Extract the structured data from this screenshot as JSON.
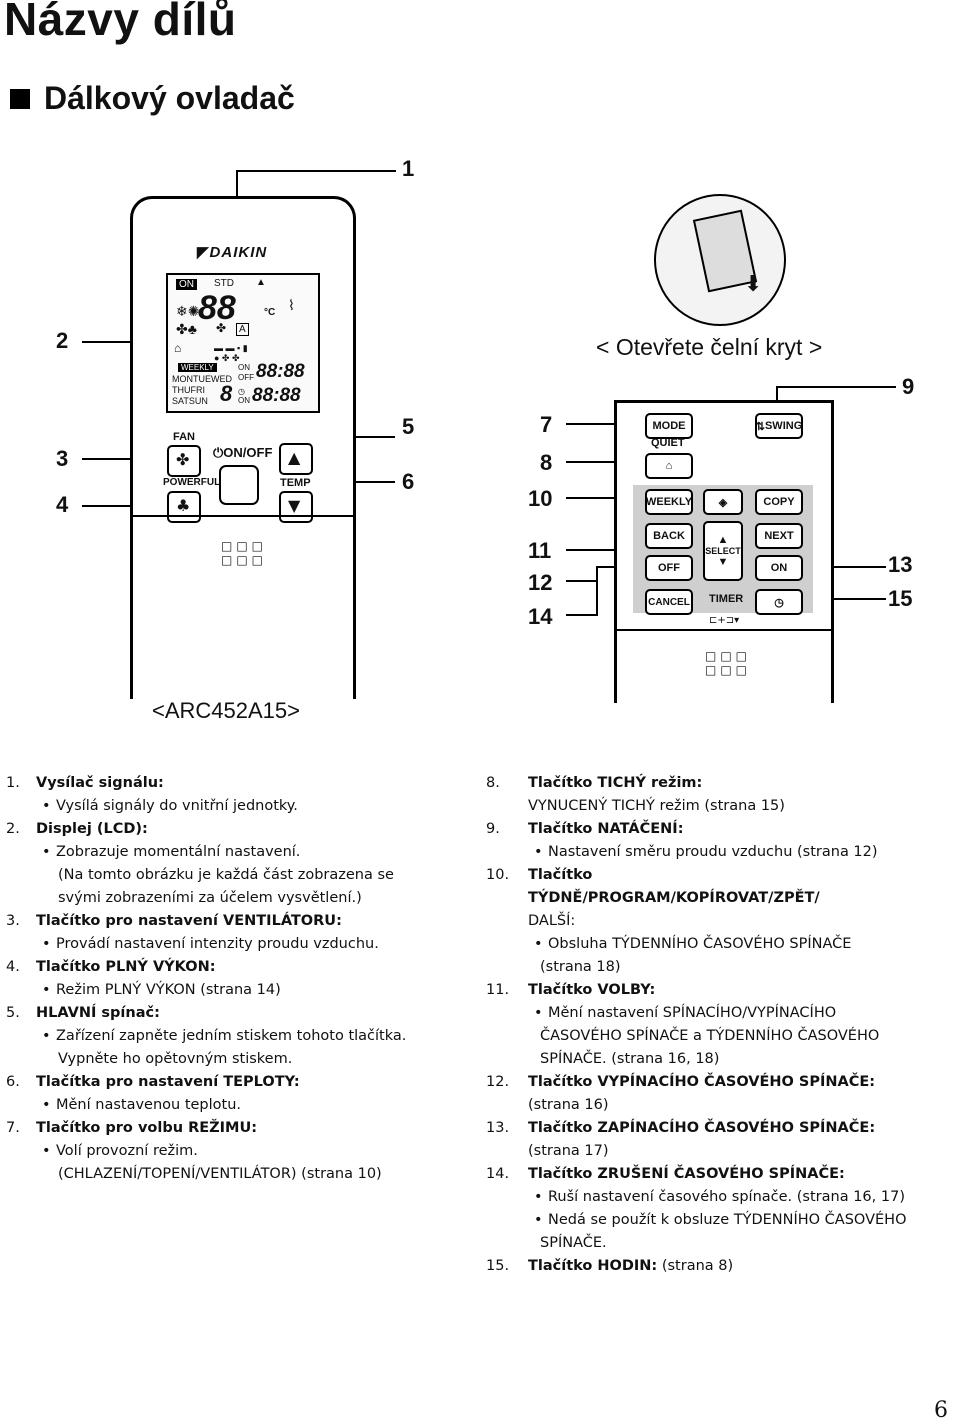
{
  "title": "Názvy dílů",
  "subtitle": "Dálkový ovladač",
  "remote": {
    "brand": "DAIKIN",
    "model": "<ARC452A15>",
    "lcd": {
      "on": "ON",
      "std": "STD",
      "digits": "88",
      "unit": "°C",
      "auto": "A",
      "weekly": "WEEKLY",
      "days1": "MONTUEWED",
      "days2": "THUFRI",
      "days3": "SATSUN",
      "day_digit": "8",
      "timer_on": "ON",
      "timer_off": "OFF",
      "time1": "88:88",
      "time2": "88:88",
      "timer_on2": "ON"
    },
    "buttons": {
      "fan": "FAN",
      "onoff": "ON/OFF",
      "powerful": "POWERFUL",
      "temp": "TEMP"
    }
  },
  "cover": {
    "title": "< Otevřete čelní kryt >",
    "buttons": {
      "mode": "MODE",
      "swing": "SWING",
      "quiet": "QUIET",
      "weekly": "WEEKLY",
      "copy": "COPY",
      "back": "BACK",
      "next": "NEXT",
      "select": "SELECT",
      "off": "OFF",
      "on": "ON",
      "cancel": "CANCEL",
      "timer": "TIMER"
    }
  },
  "callouts": [
    "1",
    "2",
    "3",
    "4",
    "5",
    "6",
    "7",
    "8",
    "9",
    "10",
    "11",
    "12",
    "13",
    "14",
    "15"
  ],
  "left_list": [
    {
      "num": "1.",
      "head": "Vysílač signálu:",
      "bullets": [
        "Vysílá signály do vnitřní jednotky."
      ]
    },
    {
      "num": "2.",
      "head": "Displej (LCD):",
      "bullets": [
        "Zobrazuje momentální nastavení."
      ],
      "cont": [
        "(Na tomto obrázku je každá část zobrazena se",
        "svými zobrazeními za účelem vysvětlení.)"
      ]
    },
    {
      "num": "3.",
      "head": "Tlačítko pro nastavení VENTILÁTORU:",
      "bullets": [
        "Provádí nastavení intenzity proudu vzduchu."
      ]
    },
    {
      "num": "4.",
      "head": "Tlačítko PLNÝ VÝKON:",
      "bullets": [
        "Režim PLNÝ VÝKON (strana 14)"
      ]
    },
    {
      "num": "5.",
      "head": "HLAVNÍ spínač:",
      "bullets": [
        "Zařízení zapněte jedním stiskem tohoto tlačítka."
      ],
      "cont": [
        "Vypněte ho opětovným stiskem."
      ]
    },
    {
      "num": "6.",
      "head": "Tlačítka pro nastavení TEPLOTY:",
      "bullets": [
        "Mění nastavenou teplotu."
      ]
    },
    {
      "num": "7.",
      "head": "Tlačítko pro volbu REŽIMU:",
      "bullets": [
        "Volí provozní režim."
      ],
      "cont": [
        "(CHLAZENÍ/TOPENÍ/VENTILÁTOR) (strana 10)"
      ]
    }
  ],
  "right_list": [
    {
      "num": "8.",
      "head": "Tlačítko TICHÝ režim:",
      "plain": [
        "VYNUCENÝ TICHÝ režim (strana 15)"
      ]
    },
    {
      "num": "9.",
      "head": "Tlačítko NATÁČENÍ:",
      "bullets": [
        "Nastavení směru proudu vzduchu (strana 12)"
      ]
    },
    {
      "num": "10.",
      "head": "Tlačítko",
      "head2": "TÝDNĚ/PROGRAM/KOPÍROVAT/ZPĚT/",
      "head3": "DALŠÍ:",
      "bullets": [
        "Obsluha TÝDENNÍHO ČASOVÉHO SPÍNAČE"
      ],
      "cont": [
        "(strana 18)"
      ]
    },
    {
      "num": "11.",
      "head": "Tlačítko VOLBY:",
      "bullets": [
        "Mění nastavení SPÍNACÍHO/VYPÍNACÍHO"
      ],
      "cont": [
        "ČASOVÉHO SPÍNAČE a TÝDENNÍHO ČASOVÉHO",
        "SPÍNAČE. (strana 16, 18)"
      ]
    },
    {
      "num": "12.",
      "head": "Tlačítko VYPÍNACÍHO ČASOVÉHO SPÍNAČE:",
      "plain": [
        "(strana 16)"
      ]
    },
    {
      "num": "13.",
      "head": "Tlačítko ZAPÍNACÍHO ČASOVÉHO SPÍNAČE:",
      "plain": [
        "(strana 17)"
      ]
    },
    {
      "num": "14.",
      "head": "Tlačítko ZRUŠENÍ ČASOVÉHO SPÍNAČE:",
      "bullets": [
        "Ruší nastavení časového spínače. (strana 16, 17)",
        "Nedá se použít k obsluze TÝDENNÍHO ČASOVÉHO"
      ],
      "cont": [
        "SPÍNAČE."
      ]
    },
    {
      "num": "15.",
      "head": "Tlačítko HODIN:",
      "tail": " (strana 8)"
    }
  ],
  "page_number": "6"
}
